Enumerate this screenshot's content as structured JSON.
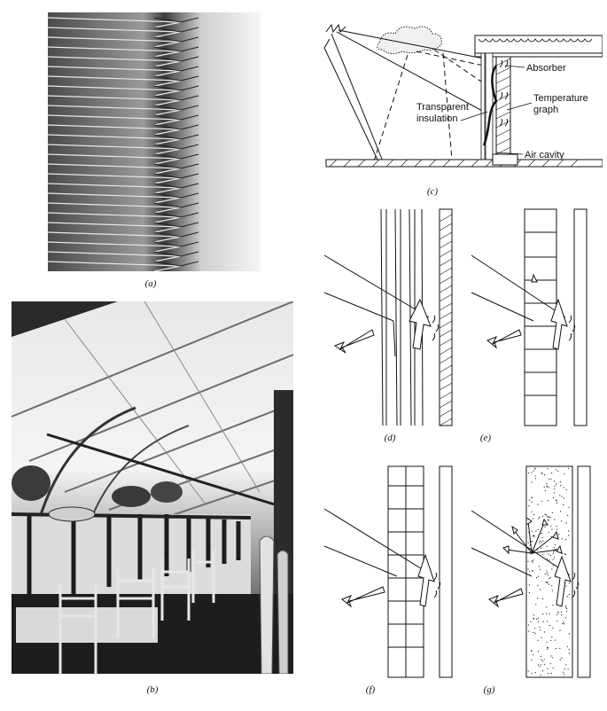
{
  "captions": {
    "a": "(a)",
    "b": "(b)",
    "c": "(c)",
    "d": "(d)",
    "e": "(e)",
    "f": "(f)",
    "g": "(g)"
  },
  "diagram_c": {
    "absorber": "Absorber",
    "temperature_1": "Temperature",
    "temperature_2": "graph",
    "transparent_1": "Transparent",
    "transparent_2": "insulation",
    "air_cavity": "Air cavity"
  },
  "colors": {
    "ink": "#111111",
    "photo_dark": "#2a2a2a",
    "photo_light": "#f2f2f2"
  }
}
